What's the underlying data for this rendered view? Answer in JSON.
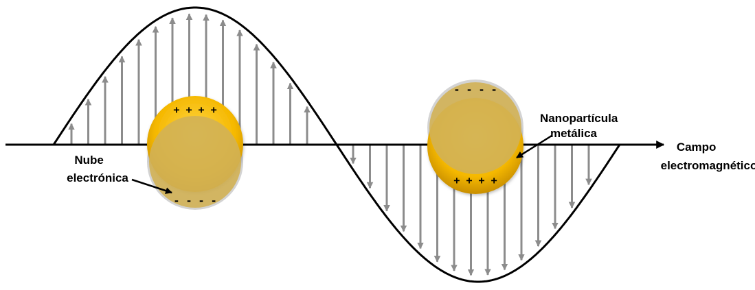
{
  "colors": {
    "wave": "#000000",
    "field_arrow": "#8c8c8c",
    "cloud": "#d3d3d3",
    "particle_gold": "#f5b800",
    "particle_core": "#d2b155",
    "axis": "#000000"
  },
  "labels": {
    "axis": [
      "Campo",
      "electromagnético"
    ],
    "electron_cloud": [
      "Nube",
      "electrónica"
    ],
    "nanoparticle": [
      "Nanopartícula",
      "metálica"
    ]
  },
  "charges": {
    "left_top": "+ + + +",
    "left_bottom": "- - - -",
    "right_top": "- - - -",
    "right_bottom": "+ + + +"
  },
  "icons": {
    "axis_arrow": "arrow-right-icon"
  }
}
